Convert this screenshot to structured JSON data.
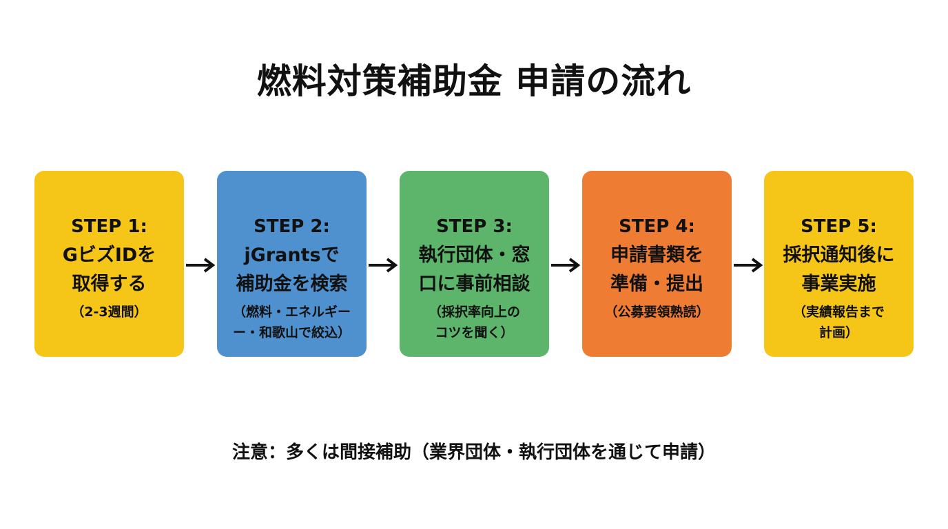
{
  "title": "燃料対策補助金 申請の流れ",
  "colors": {
    "yellow": "#F5C518",
    "blue": "#4F90CF",
    "green": "#5CB56A",
    "orange": "#EE7D33",
    "text": "#111111",
    "arrow": "#111111"
  },
  "steps": [
    {
      "label": "STEP 1:",
      "main": "GビズIDを\n取得する",
      "note": "（2-3週間）",
      "color": "#F5C518"
    },
    {
      "label": "STEP 2:",
      "main": "jGrantsで\n補助金を検索",
      "note": "（燃料・エネルギー\nー・和歌山で絞込）",
      "color": "#4F90CF"
    },
    {
      "label": "STEP 3:",
      "main": "執行団体・窓\n口に事前相談",
      "note": "（採択率向上の\nコツを聞く）",
      "color": "#5CB56A"
    },
    {
      "label": "STEP 4:",
      "main": "申請書類を\n準備・提出",
      "note": "（公募要領熟読）",
      "color": "#EE7D33"
    },
    {
      "label": "STEP 5:",
      "main": "採択通知後に\n事業実施",
      "note": "（実績報告まで\n計画）",
      "color": "#F5C518"
    }
  ],
  "note": "注意：多くは間接補助（業界団体・執行団体を通じて申請）"
}
